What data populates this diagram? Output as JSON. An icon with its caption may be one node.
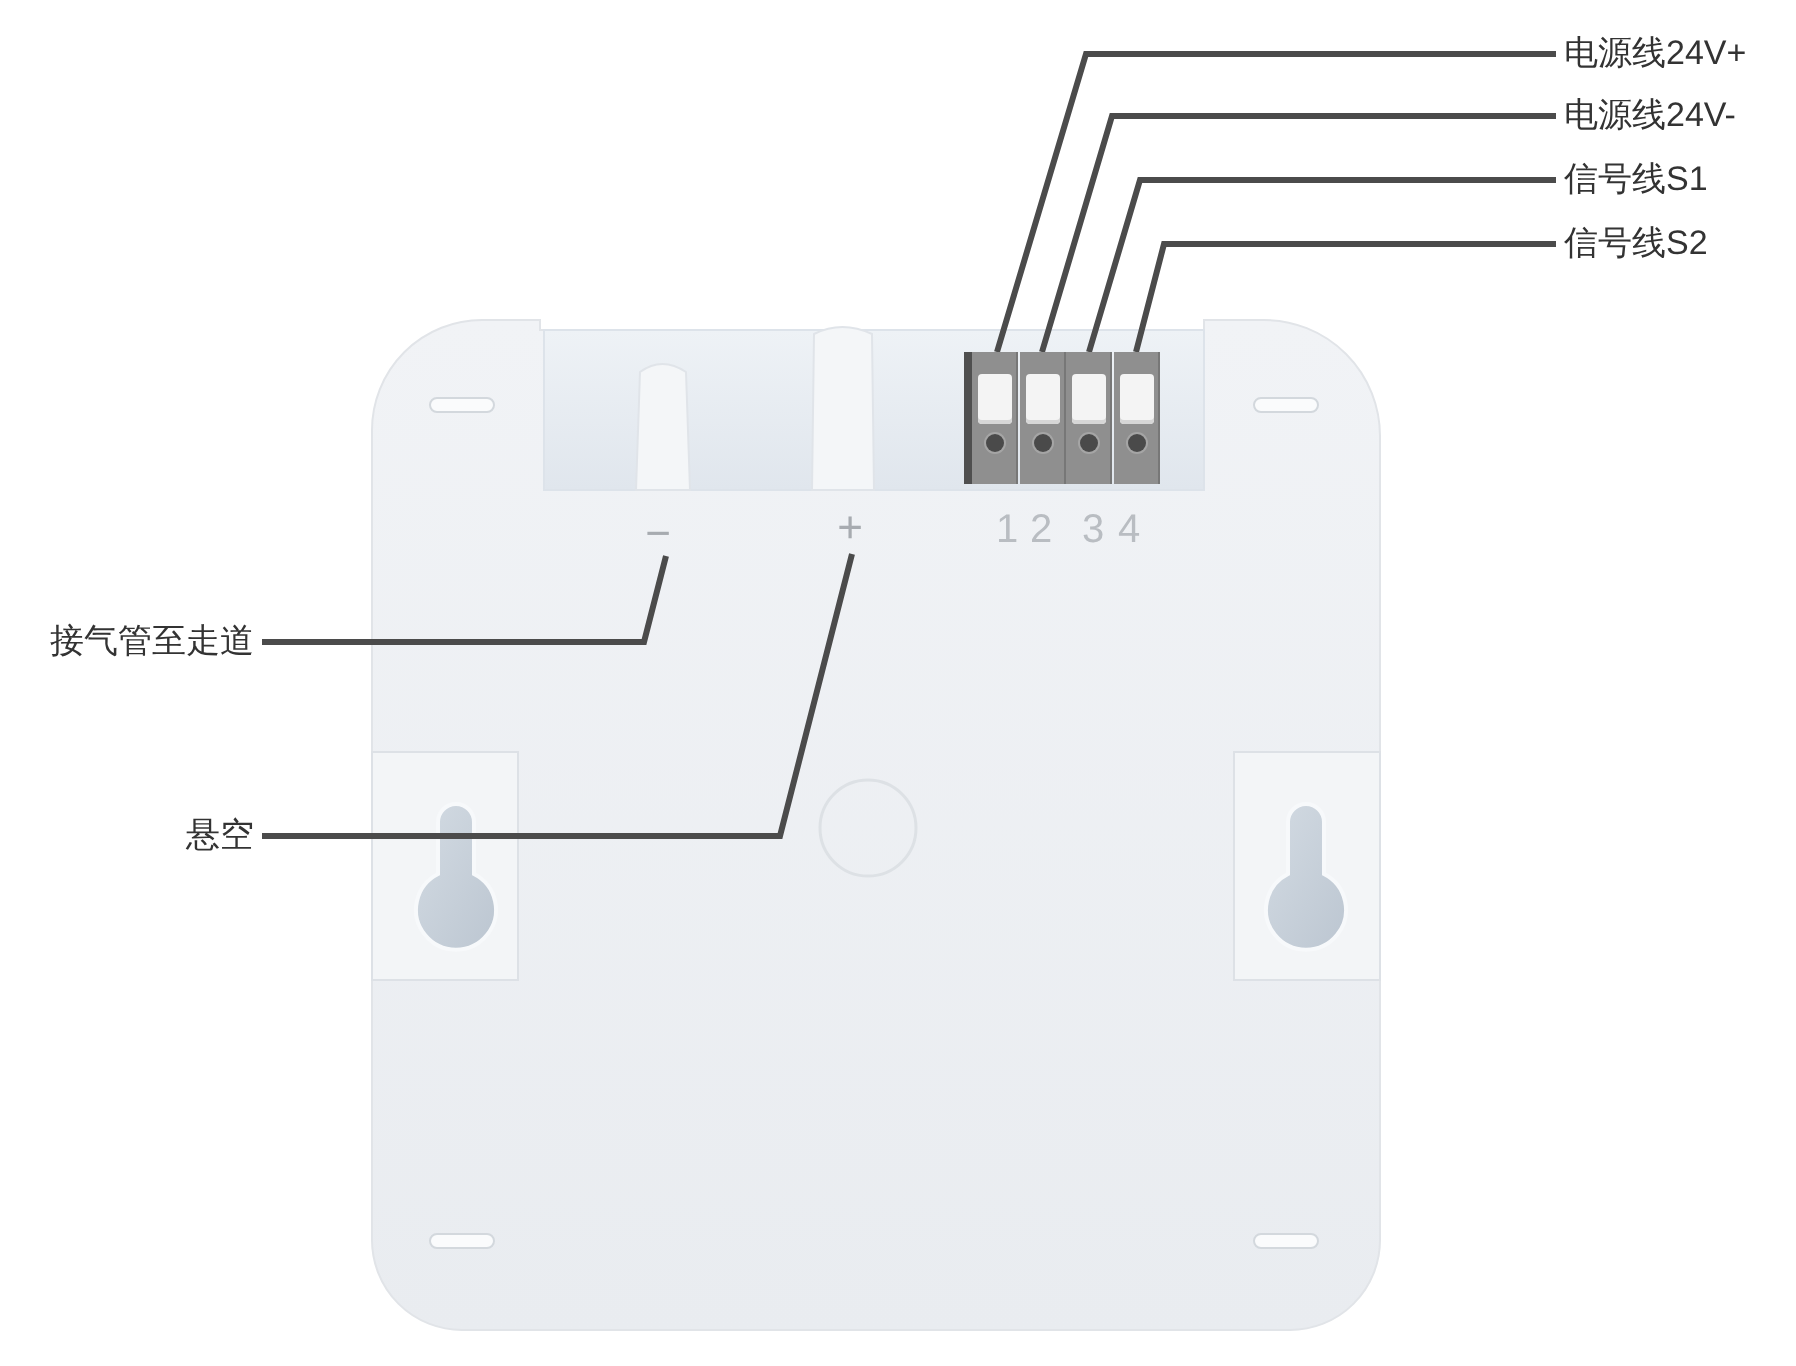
{
  "diagram": {
    "nodes": [
      {
        "text": [
          "电源线24V+"
        ]
      },
      {
        "text": [
          "电源线24V-"
        ]
      },
      {
        "text": [
          "信号线S1"
        ]
      },
      {
        "text": [
          "信号线S2"
        ]
      },
      {
        "text": [],
        "shape": "box",
        "beside": [
          "1"
        ]
      },
      {
        "text": [],
        "shape": "box",
        "beside": [
          "2"
        ]
      },
      {
        "text": [],
        "shape": "box",
        "beside": [
          "3"
        ]
      },
      {
        "text": [],
        "shape": "box",
        "beside": [
          "4"
        ]
      },
      {
        "text": [
          "−"
        ]
      },
      {
        "text": [
          "+"
        ]
      },
      {
        "text": [
          "接气管至走道"
        ]
      },
      {
        "text": [
          "悬空"
        ]
      }
    ],
    "edges": [
      {
        "from": 0,
        "to": 4,
        "arrow": "none"
      },
      {
        "from": 1,
        "to": 5,
        "arrow": "none"
      },
      {
        "from": 2,
        "to": 6,
        "arrow": "none"
      },
      {
        "from": 3,
        "to": 7,
        "arrow": "none"
      },
      {
        "from": 10,
        "to": 8,
        "arrow": "none"
      },
      {
        "from": 11,
        "to": 9,
        "arrow": "none"
      }
    ]
  }
}
